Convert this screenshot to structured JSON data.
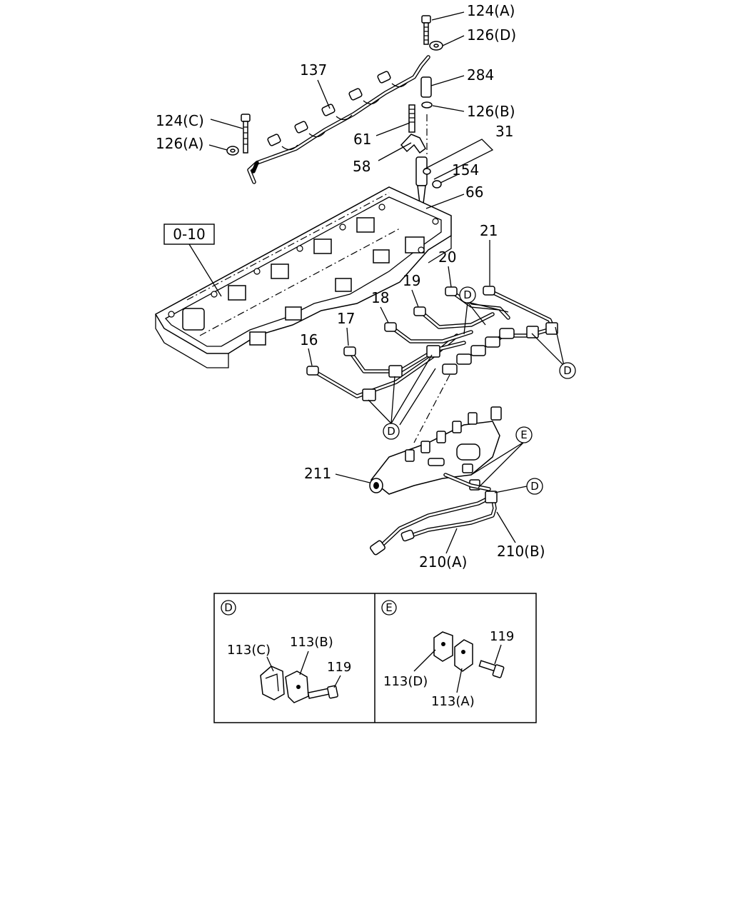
{
  "diagram": {
    "callouts": {
      "c124A": "124(A)",
      "c126D": "126(D)",
      "c284": "284",
      "c126B": "126(B)",
      "c137": "137",
      "c124C": "124(C)",
      "c126A": "126(A)",
      "c61": "61",
      "c31": "31",
      "c58": "58",
      "c154": "154",
      "c66": "66",
      "c010": "0-10",
      "c21": "21",
      "c20": "20",
      "c19": "19",
      "c18": "18",
      "c17": "17",
      "c16": "16",
      "c211": "211",
      "c210A": "210(A)",
      "c210B": "210(B)"
    },
    "detail_markers": {
      "d": "D",
      "e": "E"
    },
    "inset_D": {
      "marker": "D",
      "labels": {
        "l113C": "113(C)",
        "l113B": "113(B)",
        "l119": "119"
      }
    },
    "inset_E": {
      "marker": "E",
      "labels": {
        "l119": "119",
        "l113D": "113(D)",
        "l113A": "113(A)"
      }
    }
  }
}
